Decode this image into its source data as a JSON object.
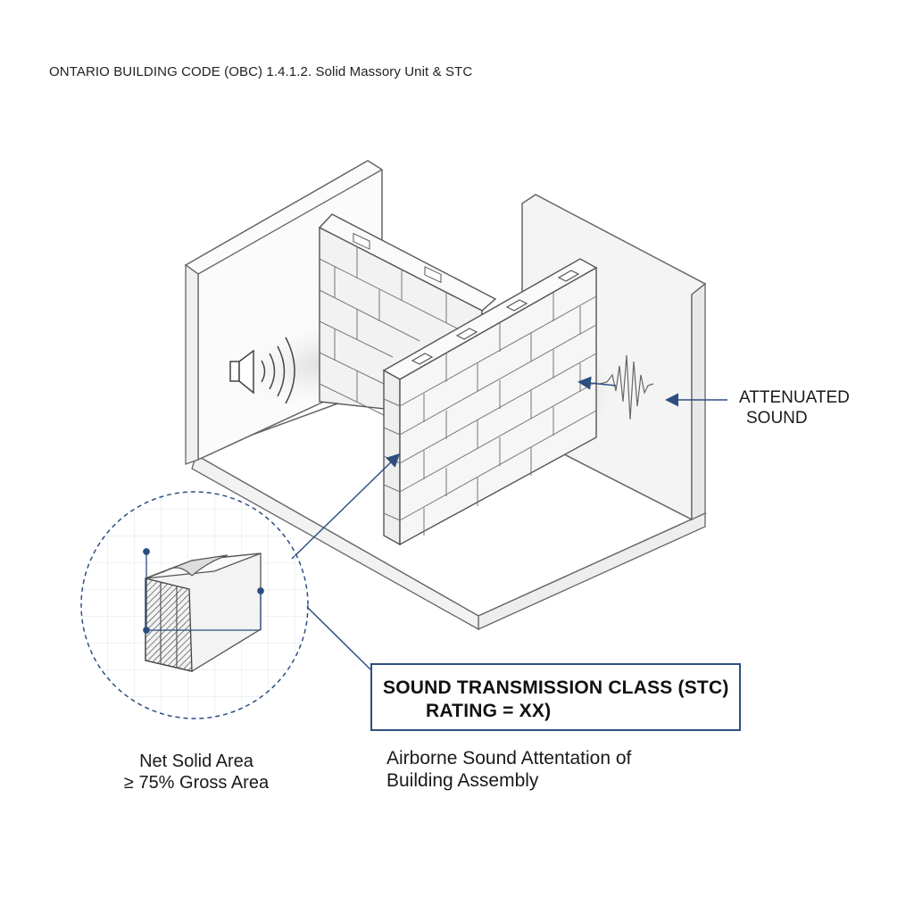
{
  "title": "ONTARIO BUILDING CODE (OBC) 1.4.1.2. Solid Massory Unit & STC",
  "callouts": {
    "attenuated_line1": "ATTENUATED",
    "attenuated_line2": "SOUND",
    "stc_line1": "SOUND TRANSMISSION CLASS (STC)",
    "stc_line2": "RATING = XX)",
    "net_area_line1": "Net Solid Area",
    "net_area_line2": "≥ 75% Gross Area",
    "airborne_line1": "Airborne Sound Attentation of",
    "airborne_line2": "Building Assembly"
  },
  "icons": {
    "sound_source": "speaker-icon",
    "sound_waves": "sound-waves-icon",
    "attenuated_wave": "waveform-icon"
  },
  "colors": {
    "line": "#555555",
    "accent": "#2d4f80",
    "wall_fill": "#f4f4f4"
  }
}
